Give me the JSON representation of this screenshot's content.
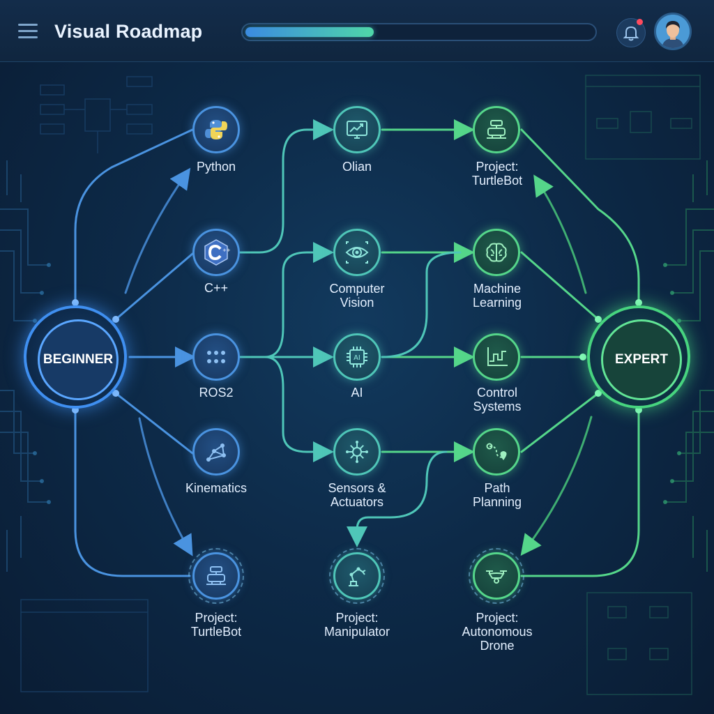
{
  "app": {
    "title": "Visual Roadmap",
    "progress_percent": 37,
    "notification_badge": true
  },
  "hubs": {
    "beginner": "BEGINNER",
    "expert": "EXPERT"
  },
  "columns": {
    "col1": [
      {
        "label": "Python",
        "icon": "python-icon"
      },
      {
        "label": "C++",
        "icon": "cpp-icon"
      },
      {
        "label": "ROS2",
        "icon": "grid-dots-icon"
      },
      {
        "label": "Kinematics",
        "icon": "kinematics-icon"
      },
      {
        "label": "Project:\nTurtleBot",
        "icon": "turtlebot-icon"
      }
    ],
    "col2": [
      {
        "label": "Oliаn",
        "icon": "monitor-chart-icon"
      },
      {
        "label": "Computer\nVision",
        "icon": "eye-icon"
      },
      {
        "label": "AI",
        "icon": "ai-chip-icon"
      },
      {
        "label": "Sensors &\nActuators",
        "icon": "sensor-icon"
      },
      {
        "label": "Project:\nManipulator",
        "icon": "robot-arm-icon"
      }
    ],
    "col3": [
      {
        "label": "Project:\nTurtleBot",
        "icon": "turtlebot-icon"
      },
      {
        "label": "Machine\nLearning",
        "icon": "brain-icon"
      },
      {
        "label": "Control\nSystems",
        "icon": "control-graph-icon"
      },
      {
        "label": "Path\nPlanning",
        "icon": "path-icon"
      },
      {
        "label": "Project:\nAutonomous\nDrone",
        "icon": "drone-icon"
      }
    ]
  },
  "colors": {
    "blue": "#4a93e0",
    "teal": "#4fc6b8",
    "green": "#55d68a",
    "background": "#0d2a48"
  }
}
